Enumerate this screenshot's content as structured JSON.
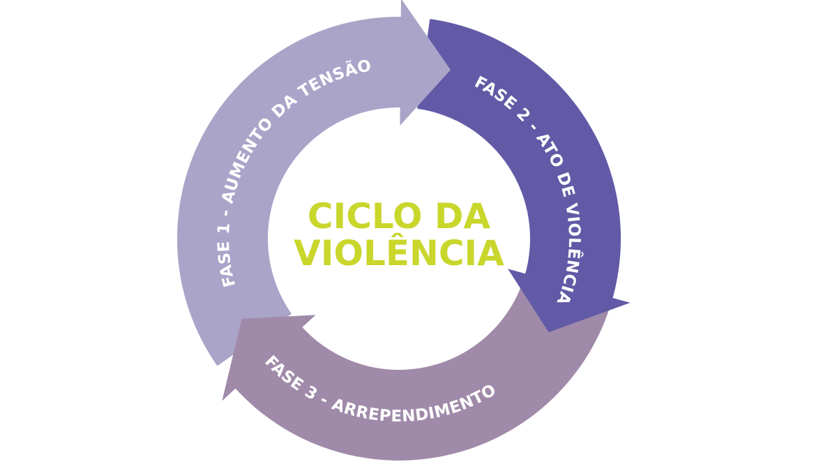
{
  "title": {
    "line1": "CICLO DA",
    "line2": "VIOLÊNCIA",
    "color": "#c9d62b"
  },
  "phases": [
    {
      "label": "FASE 1 - AUMENTO DA TENSÃO",
      "color": "#a9a4c8"
    },
    {
      "label": "FASE 2 - ATO DE VIOLÊNCIA",
      "color": "#625aa6"
    },
    {
      "label": "FASE 3 - ARREPENDIMENTO",
      "color": "#a08aa9"
    }
  ]
}
